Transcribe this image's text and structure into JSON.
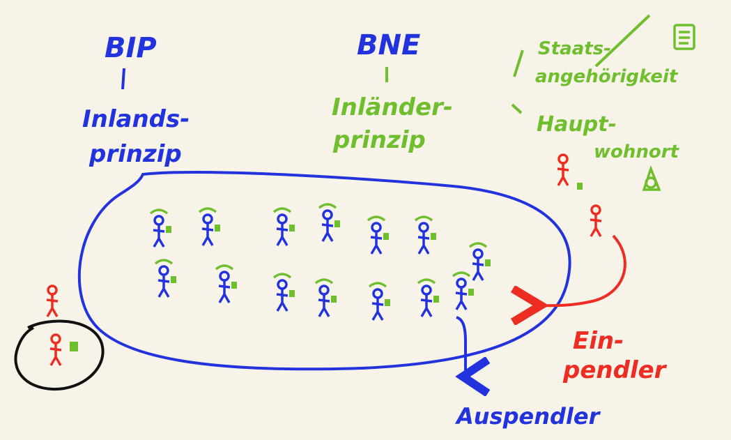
{
  "colors": {
    "blue": "#2233dd",
    "green": "#6fbe2e",
    "red": "#ee2d22",
    "black": "#111111",
    "background": "#f7f3e9"
  },
  "labels": {
    "bip": "BIP",
    "bip_principle_line1": "Inlands-",
    "bip_principle_line2": "prinzip",
    "bne": "BNE",
    "bne_principle_line1": "Inländer-",
    "bne_principle_line2": "prinzip",
    "branch_top_line1": "Staats-",
    "branch_top_line2": "angehörigkeit",
    "branch_bottom_line1": "Haupt-",
    "branch_bottom_line2": "wohnort",
    "pendler_in_line1": "Ein-",
    "pendler_in_line2": "pendler",
    "pendler_out": "Auspendler"
  },
  "icons": {
    "document": "document-icon",
    "house": "house-icon",
    "resident_person": "stick-figure-with-green-hat-icon",
    "commuter_person": "red-stick-figure-icon"
  }
}
